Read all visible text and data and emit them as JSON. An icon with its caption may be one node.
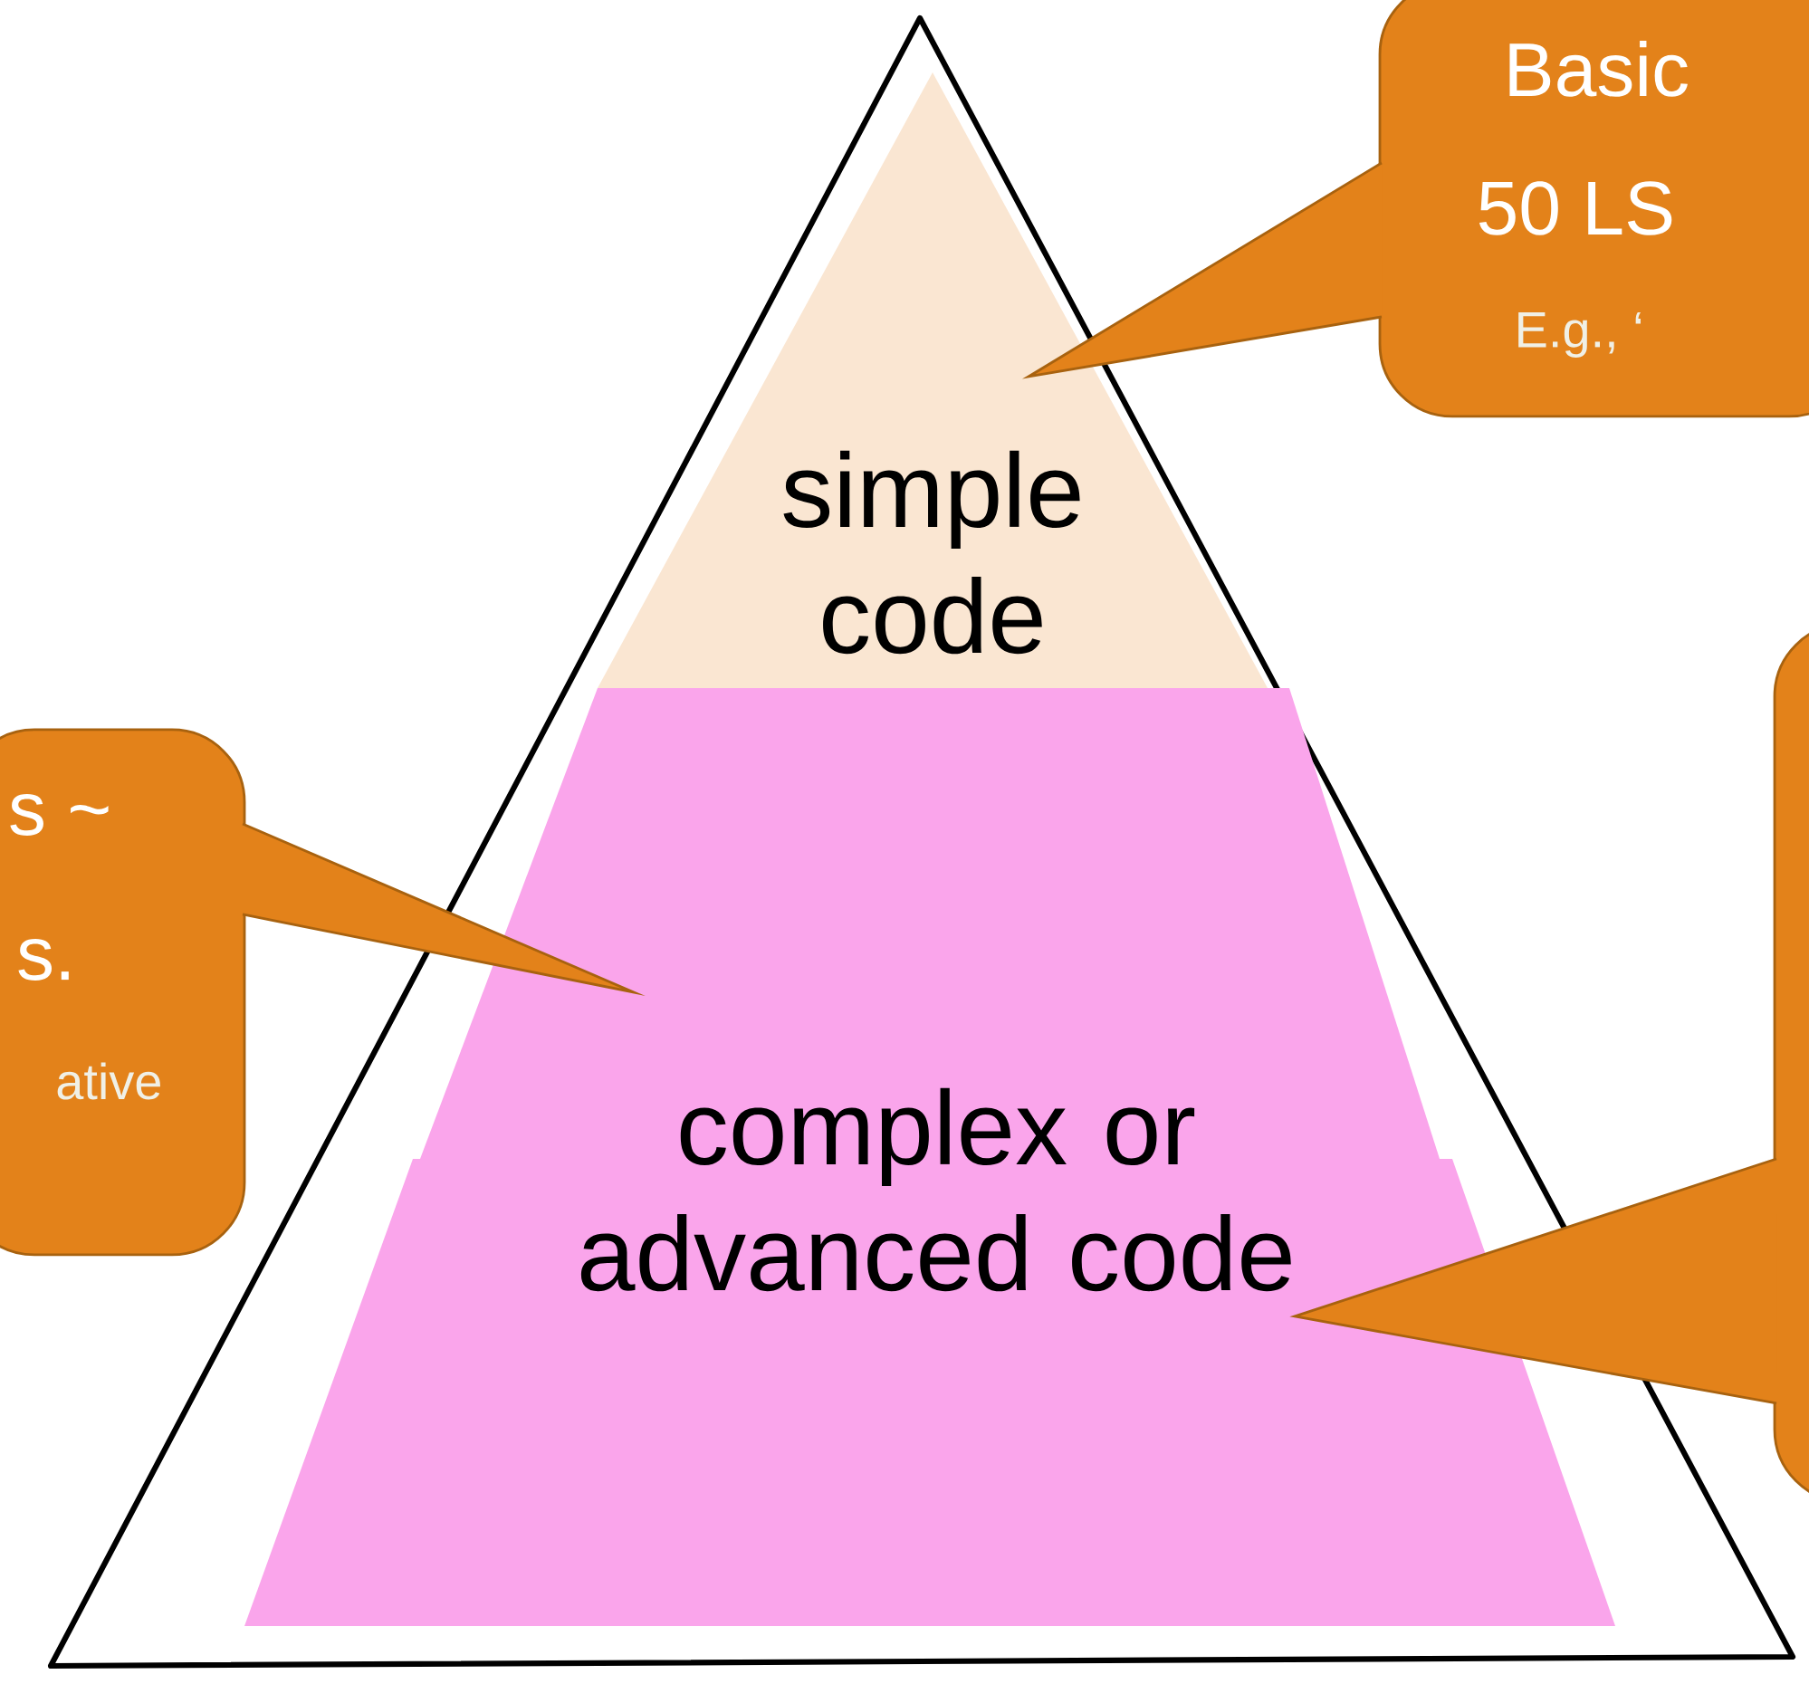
{
  "diagram": {
    "nodes": [
      {
        "text": [
          "simple code"
        ]
      },
      {
        "text": [
          "complex or advanced code"
        ]
      },
      {
        "text": [
          "Basic",
          "50 LS",
          "E.g., ‘"
        ]
      },
      {
        "text": [
          "s ~",
          "s.",
          "ative"
        ]
      },
      {
        "text": [],
        "shape": "box"
      }
    ]
  }
}
